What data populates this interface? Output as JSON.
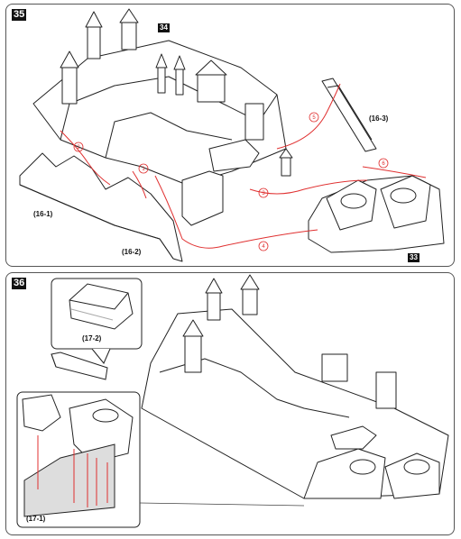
{
  "step35": {
    "step_number": "35",
    "sub_step_left": "34",
    "sub_step_right": "33",
    "part_labels": [
      "(16-1)",
      "(16-2)",
      "(16-3)"
    ],
    "path_numbers": [
      "1",
      "2",
      "3",
      "4",
      "5",
      "6"
    ]
  },
  "step36": {
    "step_number": "36",
    "part_labels": [
      "(17-2)",
      "(17-1)"
    ]
  },
  "colors": {
    "outline": "#222222",
    "glue_line": "#e03030",
    "step_badge": "#111111"
  }
}
